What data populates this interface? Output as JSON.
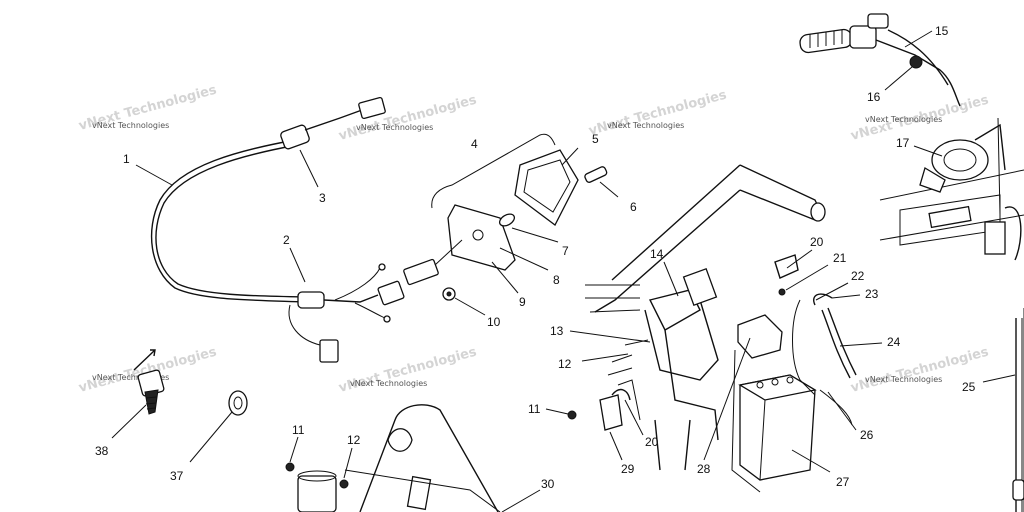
{
  "watermark": "vNext Technologies",
  "callouts": [
    "1",
    "2",
    "3",
    "4",
    "5",
    "6",
    "7",
    "8",
    "9",
    "10",
    "11",
    "12",
    "13",
    "14",
    "15",
    "16",
    "17",
    "20",
    "21",
    "22",
    "23",
    "24",
    "25",
    "26",
    "27",
    "28",
    "29",
    "20",
    "30",
    "11",
    "12",
    "37",
    "38"
  ]
}
